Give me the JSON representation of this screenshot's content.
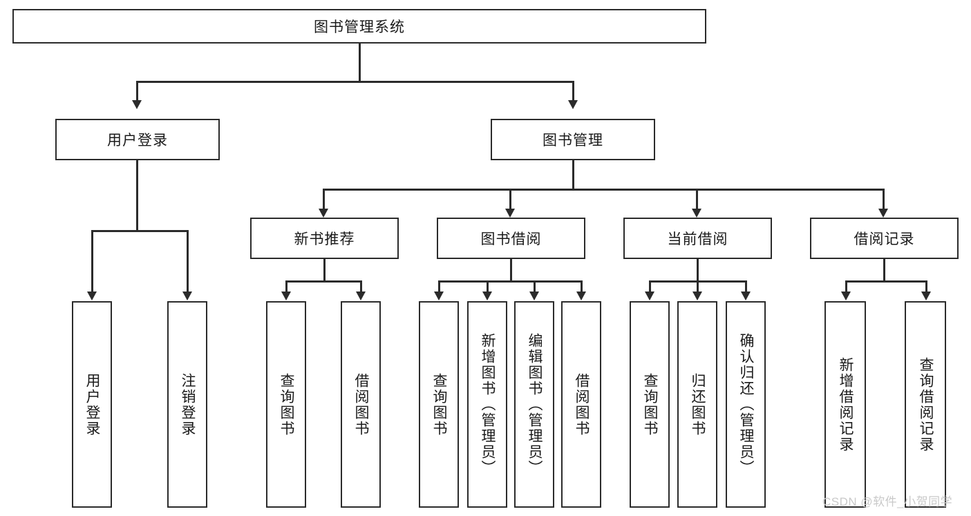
{
  "diagram": {
    "title": "图书管理系统",
    "type": "tree-hierarchy",
    "root": {
      "id": "root",
      "label": "图书管理系统"
    },
    "level1": [
      {
        "id": "user-login",
        "label": "用户登录"
      },
      {
        "id": "book-manage",
        "label": "图书管理"
      }
    ],
    "level2": [
      {
        "id": "new-book-rec",
        "label": "新书推荐",
        "parent": "book-manage"
      },
      {
        "id": "book-borrow",
        "label": "图书借阅",
        "parent": "book-manage"
      },
      {
        "id": "current-borrow",
        "label": "当前借阅",
        "parent": "book-manage"
      },
      {
        "id": "borrow-record",
        "label": "借阅记录",
        "parent": "book-manage"
      }
    ],
    "leaves": {
      "user_login": [
        {
          "id": "leaf-user-login",
          "label": "用户登录"
        },
        {
          "id": "leaf-logout",
          "label": "注销登录"
        }
      ],
      "new_book_rec": [
        {
          "id": "leaf-query-book-1",
          "label": "查询图书"
        },
        {
          "id": "leaf-borrow-book-1",
          "label": "借阅图书"
        }
      ],
      "book_borrow": [
        {
          "id": "leaf-query-book-2",
          "label": "查询图书"
        },
        {
          "id": "leaf-add-book",
          "label": "新增图书（管理员）"
        },
        {
          "id": "leaf-edit-book",
          "label": "编辑图书（管理员）"
        },
        {
          "id": "leaf-borrow-book-2",
          "label": "借阅图书"
        }
      ],
      "current_borrow": [
        {
          "id": "leaf-query-book-3",
          "label": "查询图书"
        },
        {
          "id": "leaf-return-book",
          "label": "归还图书"
        },
        {
          "id": "leaf-confirm-return",
          "label": "确认归还（管理员）"
        }
      ],
      "borrow_record": [
        {
          "id": "leaf-add-record",
          "label": "新增借阅记录"
        },
        {
          "id": "leaf-query-record",
          "label": "查询借阅记录"
        }
      ]
    }
  },
  "watermark": {
    "text": "CSDN @软件_小贺同学"
  },
  "colors": {
    "stroke": "#2b2b2b",
    "background": "#ffffff",
    "text": "#1a1a1a",
    "watermark": "#c9c9c9"
  }
}
